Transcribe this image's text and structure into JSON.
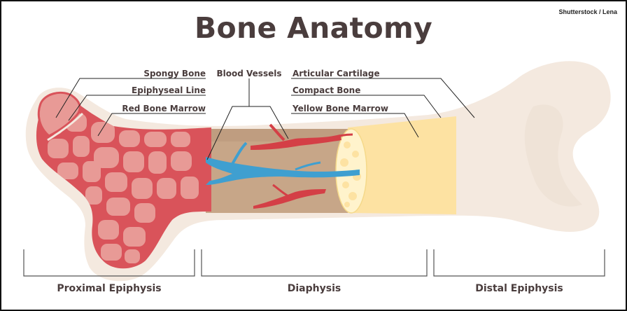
{
  "credit": "Shutterstock / Lena",
  "title": "Bone Anatomy",
  "labels": {
    "spongy_bone": "Spongy Bone",
    "epiphyseal_line": "Epiphyseal Line",
    "red_bone_marrow": "Red Bone Marrow",
    "blood_vessels": "Blood Vessels",
    "articular_cartilage": "Articular Cartilage",
    "compact_bone": "Compact Bone",
    "yellow_bone_marrow": "Yellow Bone Marrow"
  },
  "sections": {
    "proximal": "Proximal Epiphysis",
    "diaphysis": "Diaphysis",
    "distal": "Distal Epiphysis"
  },
  "colors": {
    "title": "#4a3d3d",
    "compact_bone": "#f4e9df",
    "red_marrow": "#d9535a",
    "spongy_pink": "#e89a96",
    "yellow_marrow": "#fde2a2",
    "medullary_brown": "#c7a688",
    "vein_blue": "#3f9fd0",
    "artery_red": "#d43f46"
  }
}
